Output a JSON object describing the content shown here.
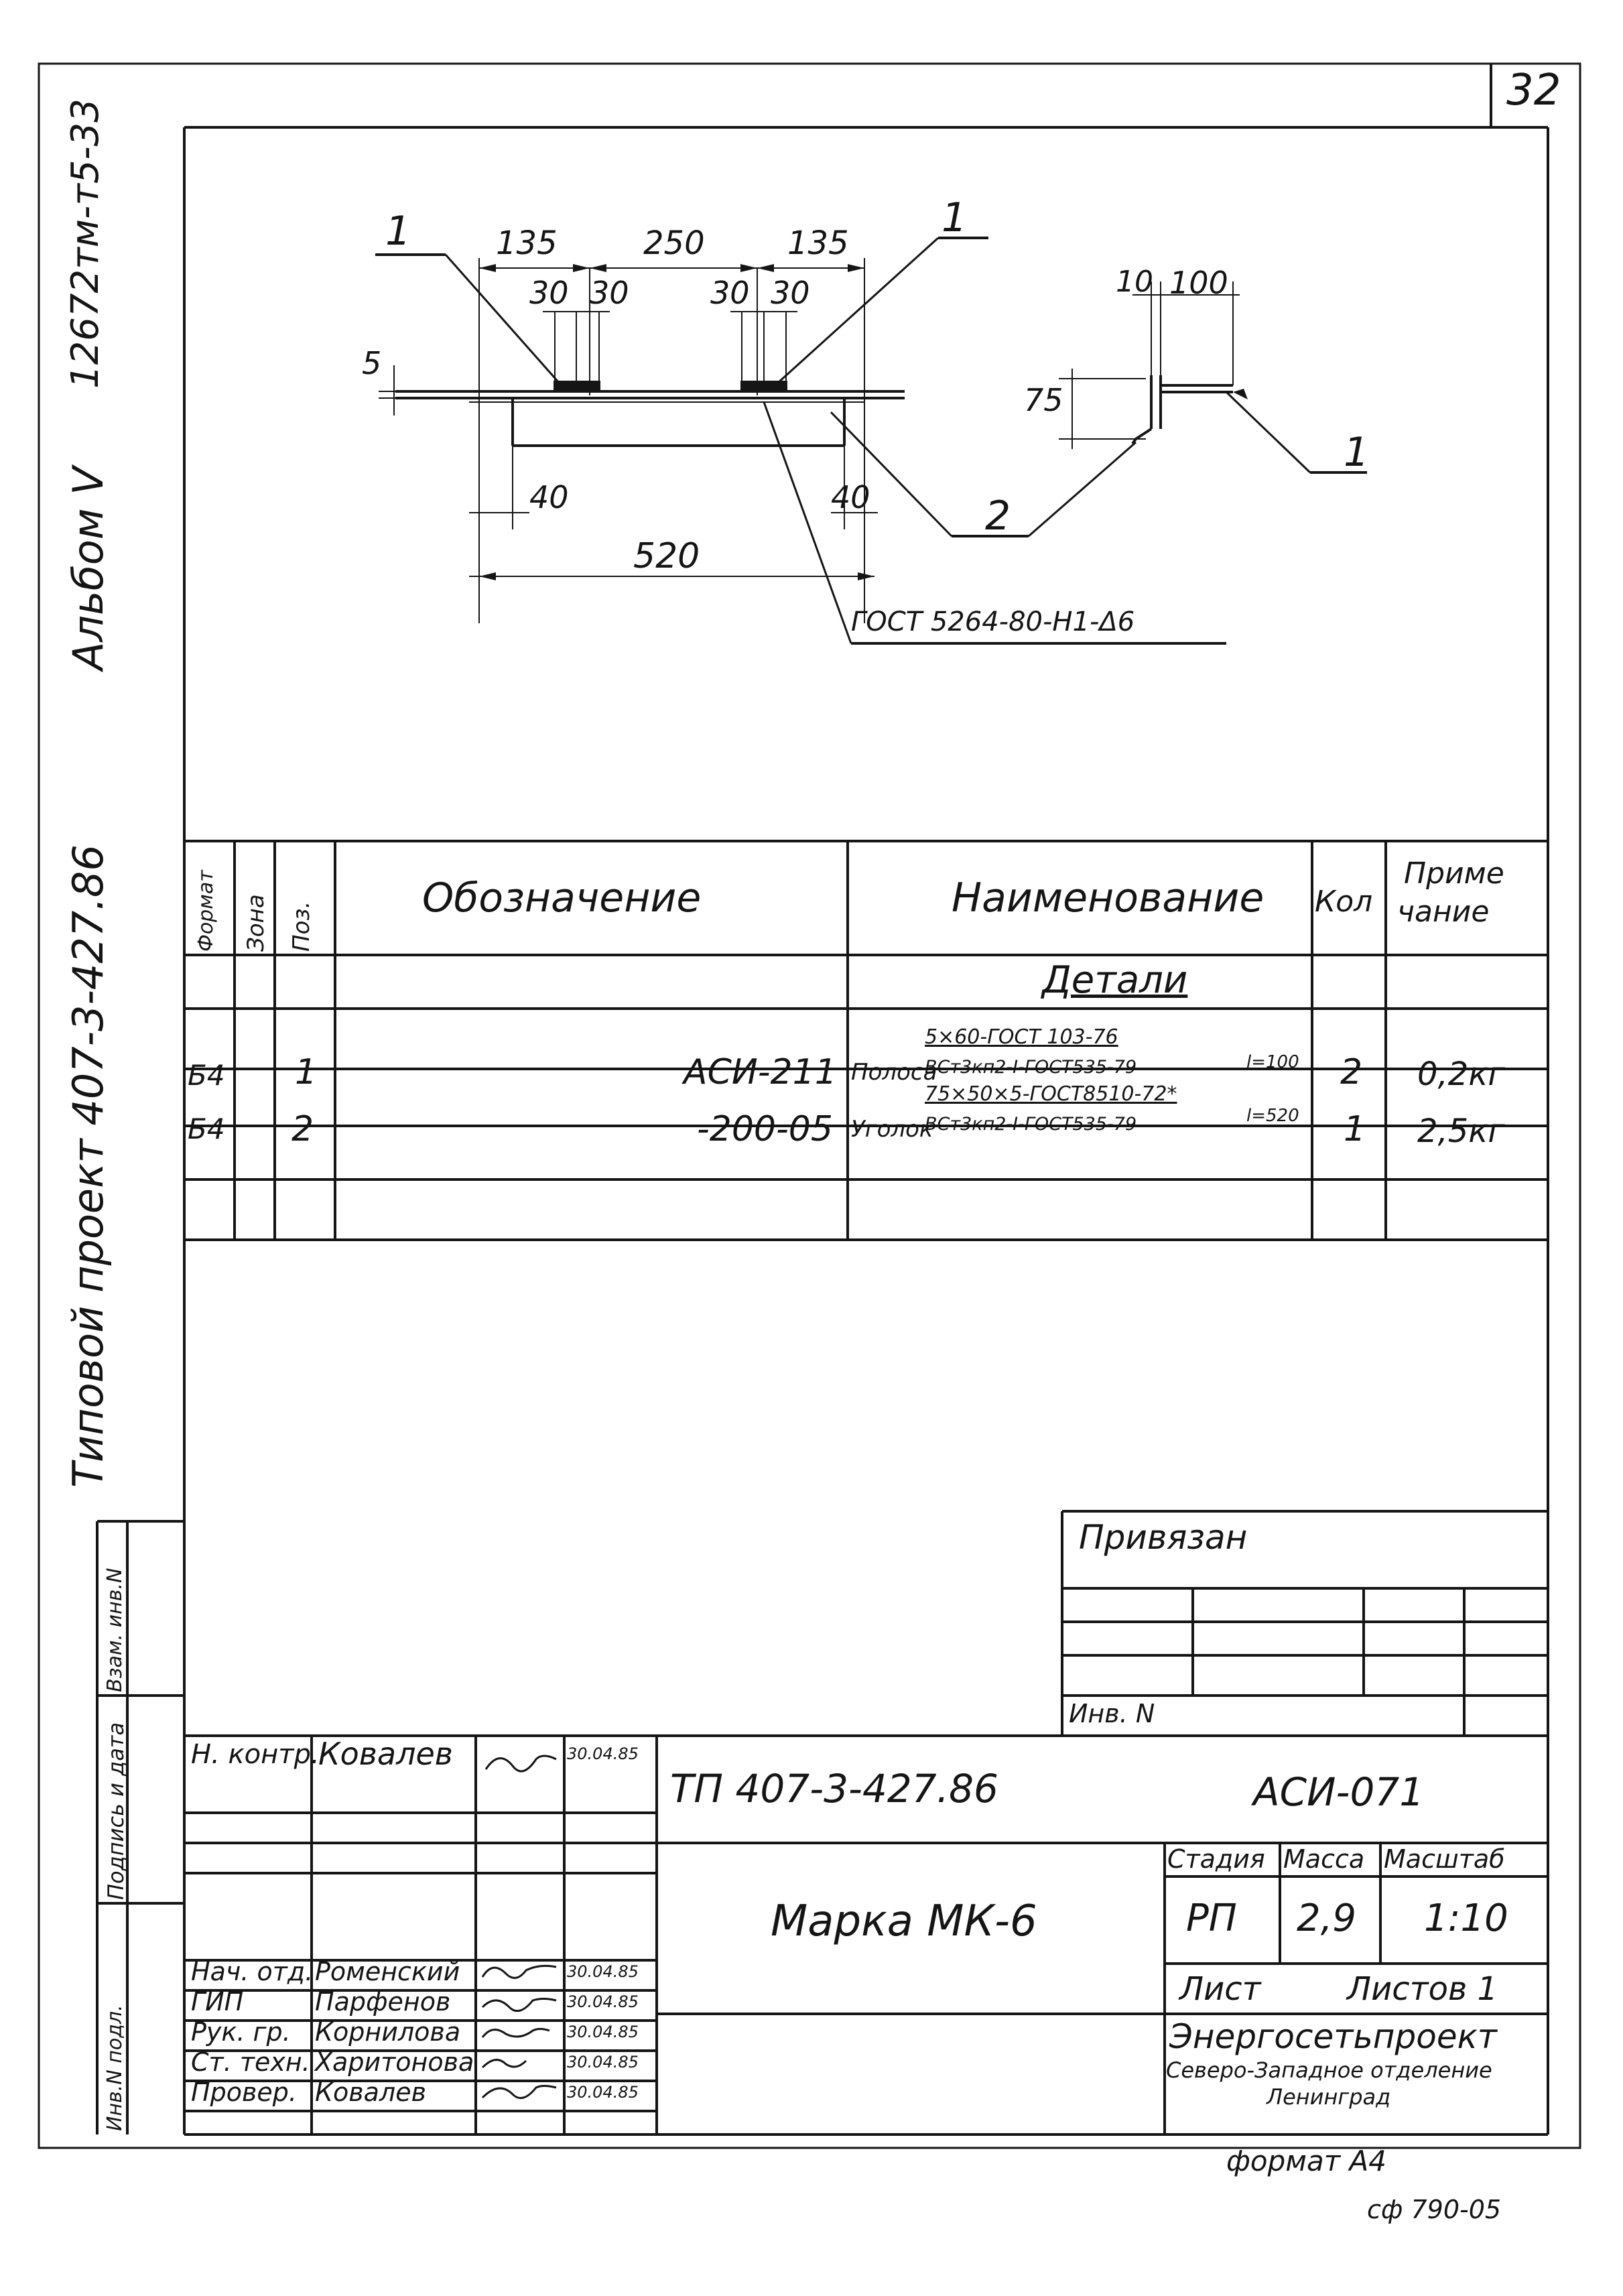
{
  "sheet": {
    "number": "32"
  },
  "margin": {
    "project_line": "Типовой проект 407-3-427.86",
    "album": "Альбом V",
    "inventory_code": "12672тм-т5-33",
    "stamp_labels": [
      "Инв.N подл.",
      "Подпись и дата",
      "Взам. инв.N"
    ]
  },
  "drawing": {
    "dims": {
      "d135a": "135",
      "d250": "250",
      "d135b": "135",
      "d30a": "30",
      "d30b": "30",
      "d30c": "30",
      "d30d": "30",
      "d5": "5",
      "d40a": "40",
      "d40b": "40",
      "d520": "520",
      "d10": "10",
      "d100": "100",
      "d75": "75"
    },
    "callouts": {
      "pos1a": "1",
      "pos1b": "1",
      "pos1c": "1",
      "pos2": "2"
    },
    "weld_note": "ГОСТ 5264-80-Н1-Δ6"
  },
  "spec": {
    "headers": {
      "format": "Формат",
      "zone": "Зона",
      "pos": "Поз.",
      "designation": "Обозначение",
      "name": "Наименование",
      "qty": "Кол",
      "note1": "Приме",
      "note2": "чание"
    },
    "section": "Детали",
    "rows": [
      {
        "format": "Б4",
        "pos": "1",
        "designation": "АСИ-211",
        "name_main": "Полоса",
        "name_top": "5×60-ГОСТ 103-76",
        "name_bottom": "ВСт3кп2-I-ГОСТ535-79",
        "name_len": "l=100",
        "qty": "2",
        "note": "0,2кг"
      },
      {
        "format": "Б4",
        "pos": "2",
        "designation": "-200-05",
        "name_main": "Уголок",
        "name_top": "75×50×5-ГОСТ8510-72*",
        "name_bottom": "ВСт3кп2-I-ГОСТ535-79",
        "name_len": "l=520",
        "qty": "1",
        "note": "2,5кг"
      }
    ]
  },
  "privyazan": {
    "title": "Привязан",
    "inv_label": "Инв. N"
  },
  "title_block": {
    "doc_code": "ТП 407-3-427.86",
    "mark_code": "АСИ-071",
    "title": "Марка МК-6",
    "stage_label": "Стадия",
    "mass_label": "Масса",
    "scale_label": "Масштаб",
    "stage": "РП",
    "mass": "2,9",
    "scale": "1:10",
    "sheet_label": "Лист",
    "sheets_label": "Листов 1",
    "org1": "Энергосетьпроект",
    "org2": "Северо-Западное отделение",
    "org3": "Ленинград",
    "format": "формат А4",
    "signers": [
      {
        "role": "Н. контр.",
        "name": "Ковалев",
        "date": "30.04.85"
      },
      {
        "role": "Нач. отд.",
        "name": "Роменский",
        "date": "30.04.85"
      },
      {
        "role": "ГИП",
        "name": "Парфенов",
        "date": "30.04.85"
      },
      {
        "role": "Рук. гр.",
        "name": "Корнилова",
        "date": "30.04.85"
      },
      {
        "role": "Ст. техн.",
        "name": "Харитонова",
        "date": "30.04.85"
      },
      {
        "role": "Провер.",
        "name": "Ковалев",
        "date": "30.04.85"
      }
    ]
  },
  "footer": {
    "code": "сф 790-05"
  }
}
